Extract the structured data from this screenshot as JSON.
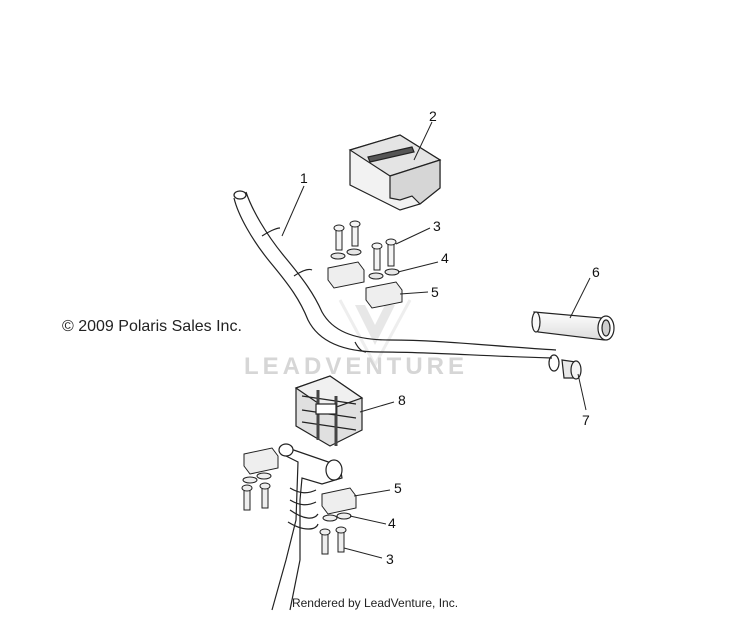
{
  "copyright": "© 2009 Polaris Sales Inc.",
  "footer": "Rendered by LeadVenture, Inc.",
  "watermark": "LEADVENTURE",
  "callouts": {
    "c1": "1",
    "c2": "2",
    "c3a": "3",
    "c4a": "4",
    "c5a": "5",
    "c6": "6",
    "c7": "7",
    "c8": "8",
    "c5b": "5",
    "c4b": "4",
    "c3b": "3"
  },
  "colors": {
    "line": "#222222",
    "shade": "#e2e2e2",
    "watermark": "#d6d6d6"
  }
}
